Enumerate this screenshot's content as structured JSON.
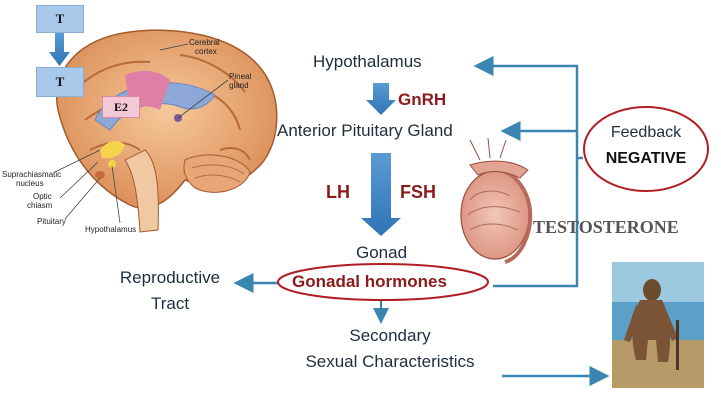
{
  "flow": {
    "hypothalamus": "Hypothalamus",
    "gnrh": "GnRH",
    "anterior_pituitary": "Anterior Pituitary Gland",
    "lh": "LH",
    "fsh": "FSH",
    "gonad": "Gonad",
    "gonadal_hormones": "Gonadal hormones",
    "reproductive_tract_line1": "Reproductive",
    "reproductive_tract_line2": "Tract",
    "secondary_line1": "Secondary",
    "secondary_line2": "Sexual Characteristics"
  },
  "feedback": {
    "line1": "Feedback",
    "line2": "NEGATIVE"
  },
  "testosterone": "TESTOSTERONE",
  "brain": {
    "t_top": "T",
    "t_bottom": "T",
    "e2": "E2",
    "cerebral_cortex_1": "Cerebral",
    "cerebral_cortex_2": "cortex",
    "pineal_1": "Pineal",
    "pineal_2": "gland",
    "supra_1": "Suprachiasmatic",
    "supra_2": "nucleus",
    "optic_1": "Optic",
    "optic_2": "chiasm",
    "pituitary": "Pituitary",
    "hypothalamus": "Hypothalamus"
  },
  "colors": {
    "arrow_blue": "#2e74b5",
    "feedback_line": "#3a86b0",
    "hormone_red": "#8b1a1a",
    "oval_border": "#b01e23"
  }
}
